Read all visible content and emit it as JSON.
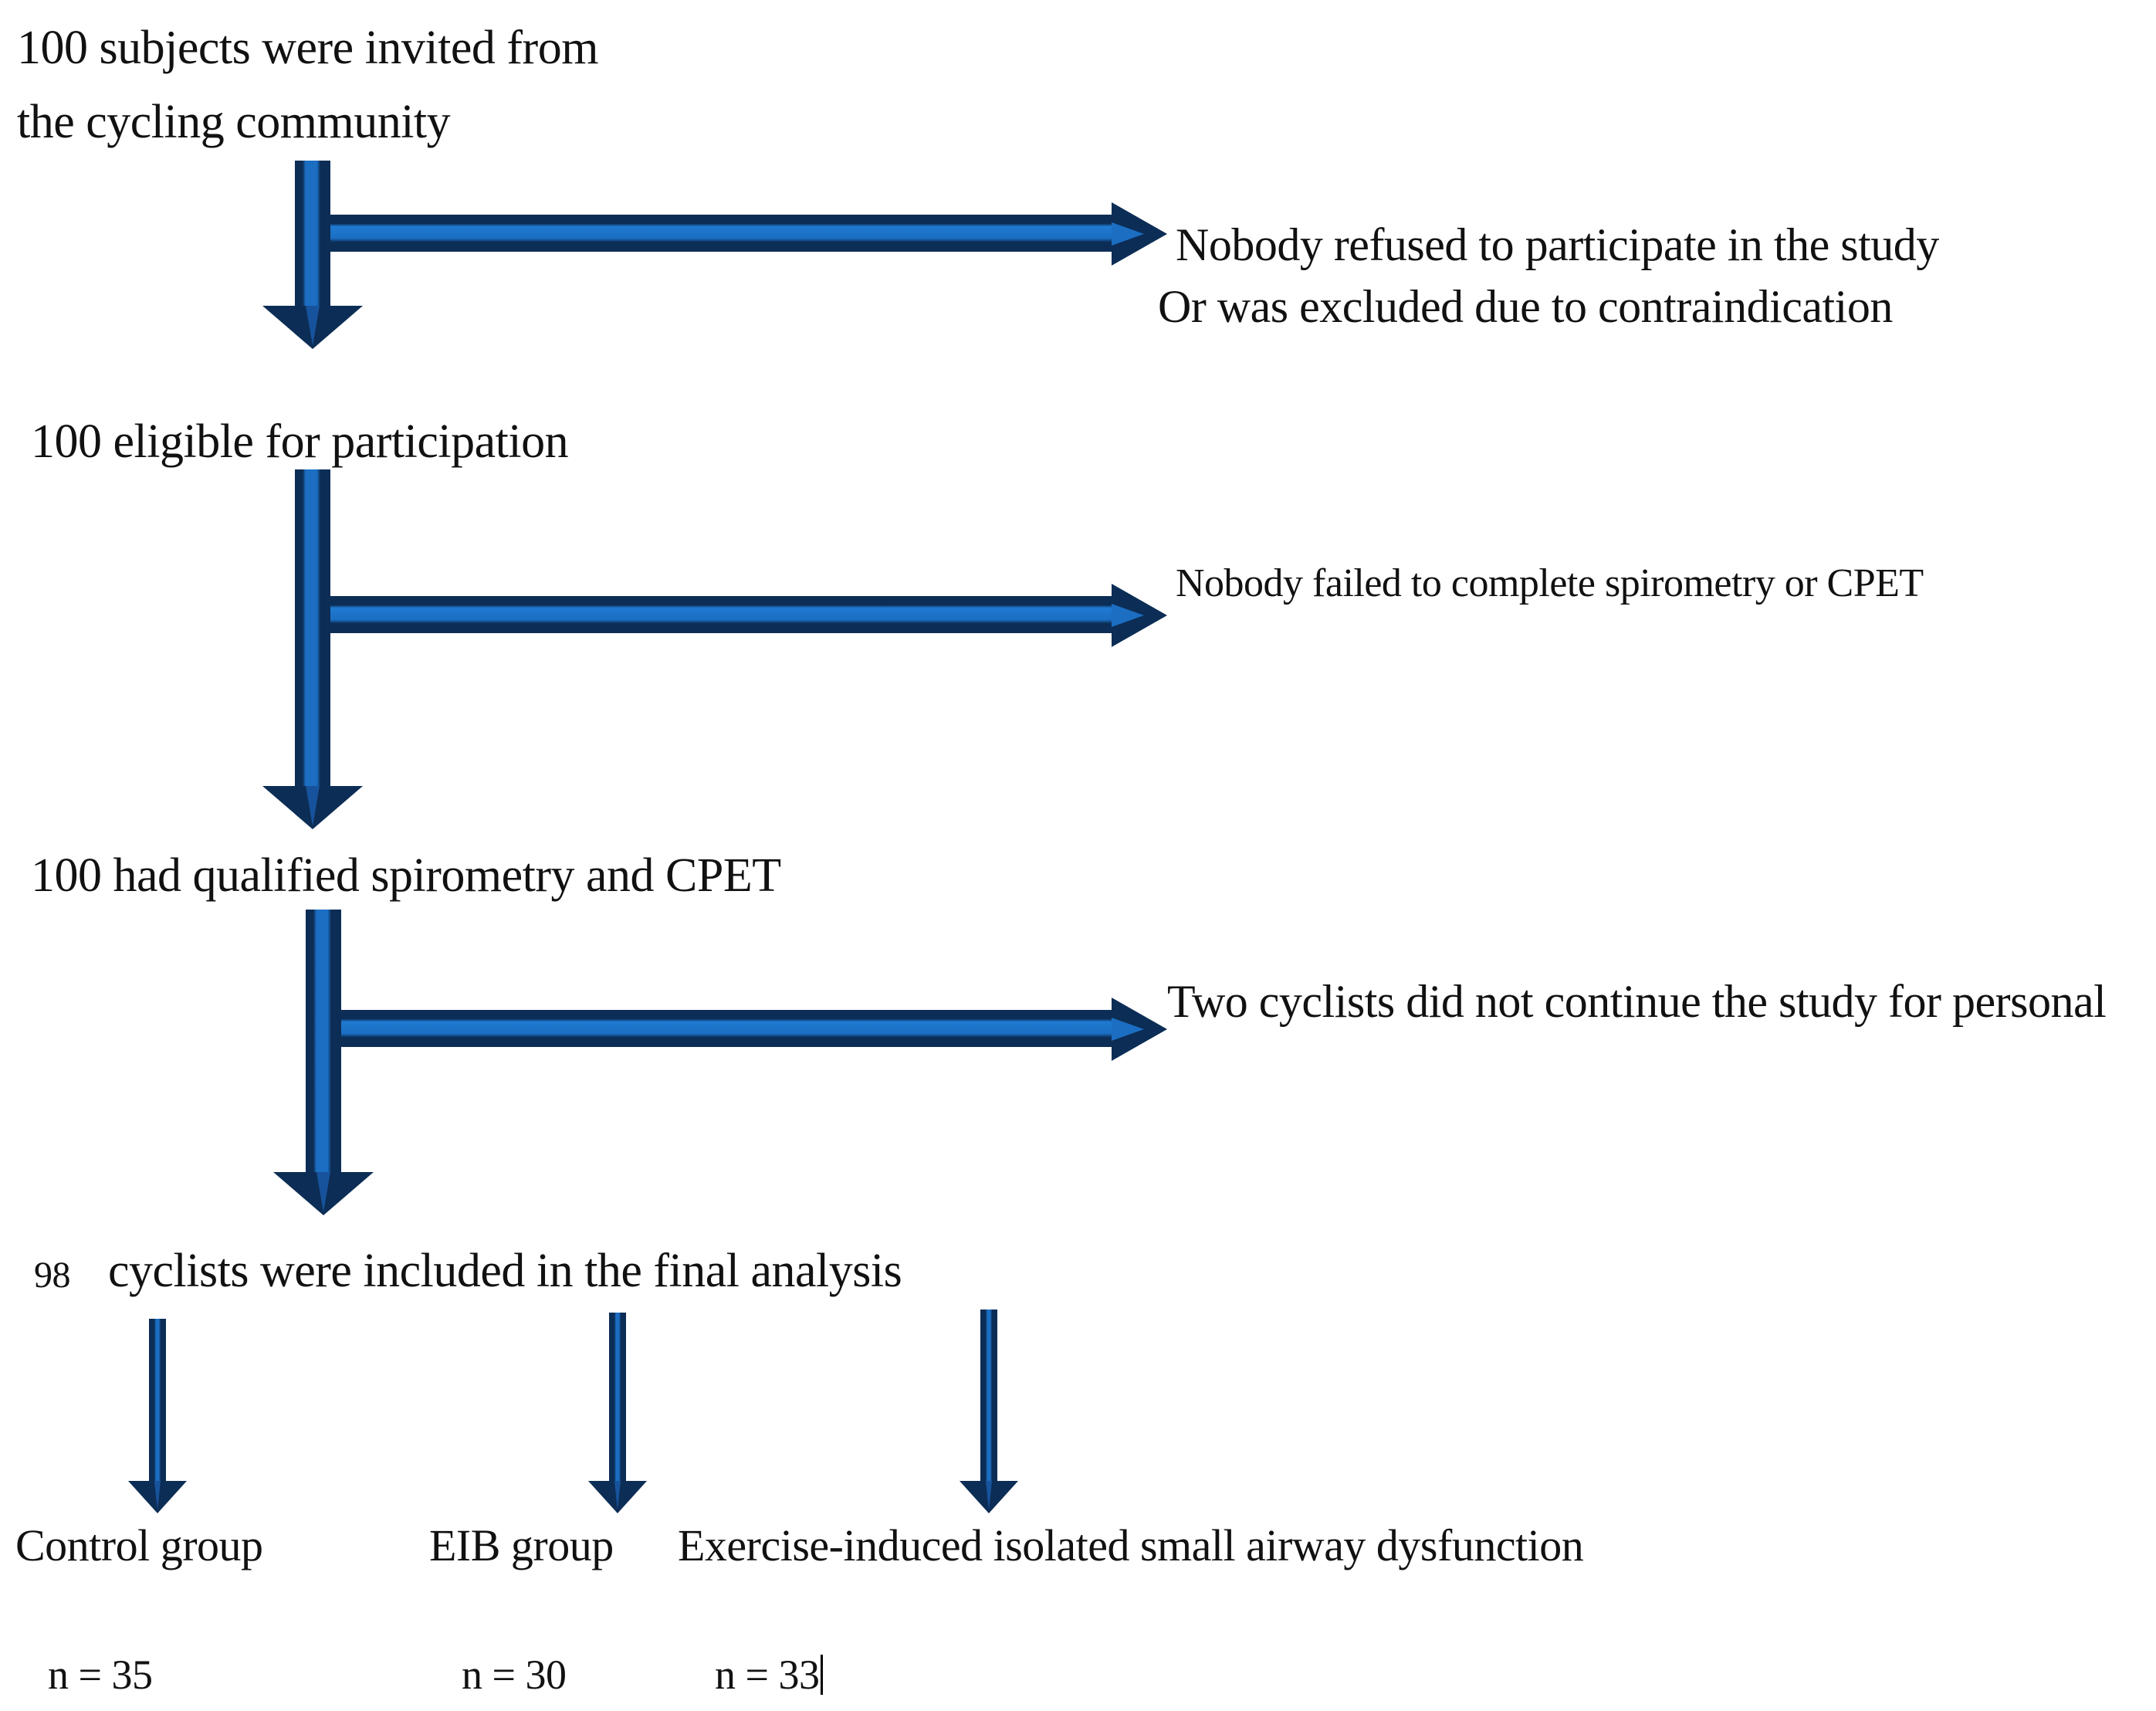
{
  "figure": {
    "type": "flowchart",
    "orientation": "top-to-bottom",
    "description": "Participant enrollment flow diagram for a cycling study",
    "colors": {
      "arrow_outline": "#0c2d55",
      "arrow_fill": "#1b6ec2",
      "text": "#111111",
      "background": "#ffffff"
    }
  },
  "stages": {
    "stage1": {
      "line1": "100 subjects were invited from",
      "line2": "the cycling community"
    },
    "stage2": {
      "line1": "100 eligible for participation"
    },
    "stage3": {
      "line1": "100 had qualified spirometry and CPET"
    },
    "stage4": {
      "count": "98",
      "text": "cyclists were included in the final analysis"
    }
  },
  "exclusions": {
    "exclusion1": {
      "line1": "Nobody refused to participate in the study",
      "line2": "Or was excluded due to contraindication"
    },
    "exclusion2": {
      "line1": "Nobody failed to complete spirometry or CPET"
    },
    "exclusion3": {
      "line1": "Two cyclists did not continue the study for personal"
    }
  },
  "groups": [
    {
      "label": "Control group",
      "n_label": "n = 35",
      "n_value": 35
    },
    {
      "label": "EIB group",
      "n_label": "n = 30",
      "n_value": 30
    },
    {
      "label": "Exercise-induced isolated small airway dysfunction",
      "n_label": "n = 33",
      "n_value": 33
    }
  ],
  "arrows": {
    "vertical_main": "down-arrow",
    "horizontal_branch": "right-arrow",
    "vertical_group": "down-arrow-thin"
  }
}
